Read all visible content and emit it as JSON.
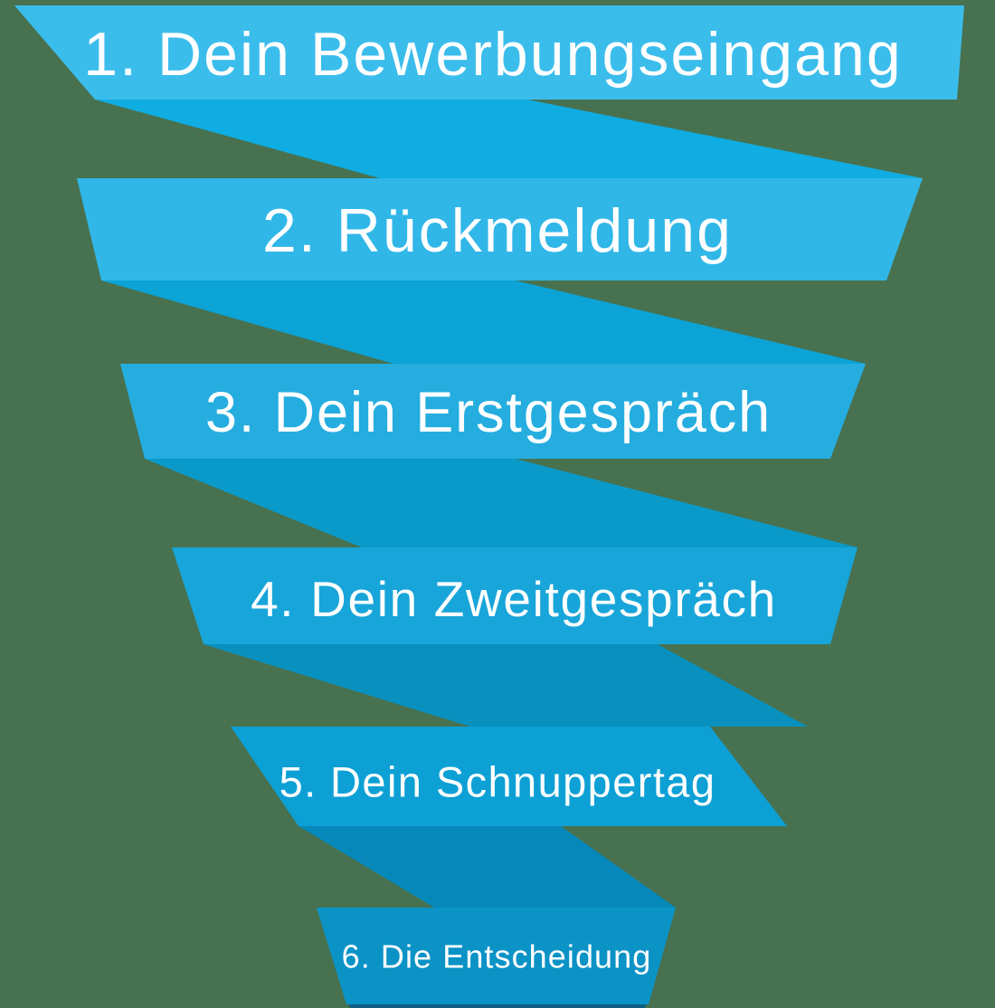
{
  "diagram": {
    "type": "funnel",
    "language": "de",
    "background_color": "#48714f",
    "text_color": "#ffffff",
    "bottom_fold_color": "#0e5d82",
    "steps": [
      {
        "number": "1",
        "label": "1. Dein Bewerbungseingang",
        "banner_color": "#3bbdec",
        "connector_color": "#0fade2"
      },
      {
        "number": "2",
        "label": "2. Rückmeldung",
        "banner_color": "#30b7e8",
        "connector_color": "#0ca3d6"
      },
      {
        "number": "3",
        "label": "3. Dein Erstgespräch",
        "banner_color": "#25ade0",
        "connector_color": "#0a9aca"
      },
      {
        "number": "4",
        "label": "4. Dein Zweitgespräch",
        "banner_color": "#18a5d9",
        "connector_color": "#0891bf"
      },
      {
        "number": "5",
        "label": "5. Dein Schnuppertag",
        "banner_color": "#0da0d5",
        "connector_color": "#0689ba"
      },
      {
        "number": "6",
        "label": "6. Die Entscheidung",
        "banner_color": "#0b93c6",
        "connector_color": "#0e5d82"
      }
    ]
  }
}
